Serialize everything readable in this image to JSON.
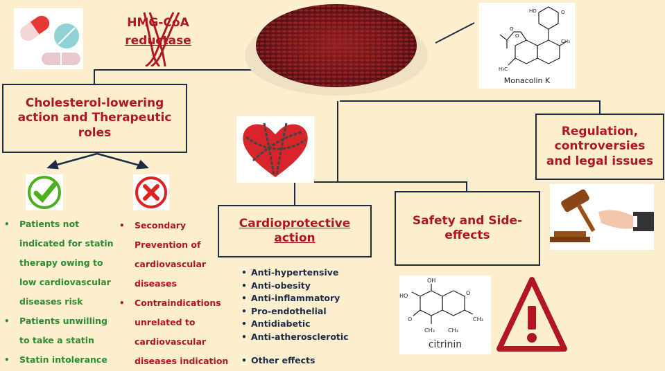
{
  "diagram": {
    "hmg_label": [
      "HMG-CoA",
      "reductase"
    ],
    "monacolin_label": "Monacolin K",
    "citrinin_label": "citrinin",
    "boxes": {
      "cholesterol": [
        "Cholesterol-lowering",
        "action and Therapeutic",
        "roles"
      ],
      "regulation": [
        "Regulation,",
        "controversies",
        "and legal issues"
      ],
      "cardio": [
        "Cardioprotective",
        "action"
      ],
      "safety": [
        "Safety  and Side-",
        "effects"
      ]
    },
    "indicated": [
      [
        "Patients not",
        "indicated for statin",
        "therapy owing to",
        "low cardiovascular",
        "diseases risk"
      ],
      [
        "Patients unwilling",
        "to take a statin"
      ],
      [
        "Statin intolerance"
      ]
    ],
    "not_indicated": [
      [
        "Secondary",
        "Prevention of",
        "cardiovascular",
        "diseases"
      ],
      [
        "Contraindications",
        "unrelated to",
        "cardiovascular",
        "diseases indication"
      ]
    ],
    "cardio_effects": [
      "Anti-hypertensive",
      "Anti-obesity",
      "Anti-inflammatory",
      "Pro-endothelial",
      "Antidiabetic",
      "Anti-atherosclerotic"
    ],
    "other_effects": "Other effects",
    "colors": {
      "background": "#fbefcf",
      "title_red": "#b0171e",
      "line": "#1f2a44",
      "green": "#2e8b2e"
    }
  }
}
